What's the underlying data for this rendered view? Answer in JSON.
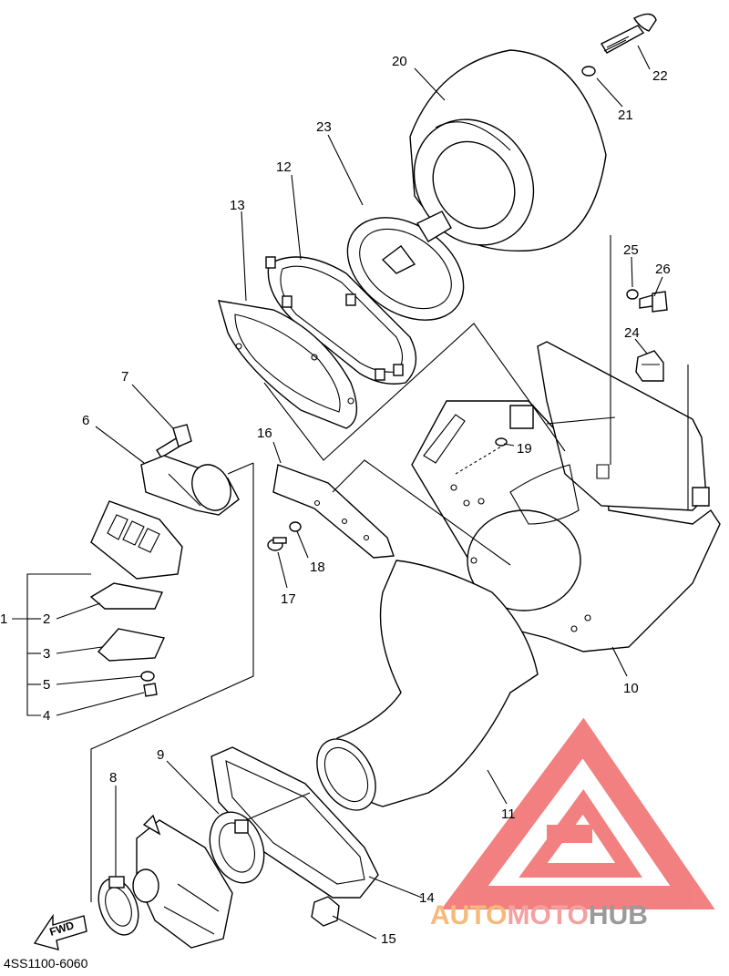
{
  "diagram": {
    "code": "4SS1100-6060",
    "fwd_label": "FWD",
    "callouts": [
      "1",
      "2",
      "3",
      "4",
      "5",
      "6",
      "7",
      "8",
      "9",
      "10",
      "11",
      "12",
      "13",
      "14",
      "15",
      "16",
      "17",
      "18",
      "19",
      "20",
      "21",
      "22",
      "23",
      "24",
      "25",
      "26"
    ]
  },
  "watermark": {
    "parts": [
      "AUTO",
      "MOTO",
      "HUB"
    ],
    "colors": {
      "accent": "#f4a0a0",
      "logo": "#f26b6b",
      "dark": "#9a9a9a",
      "orange": "#f5b97a"
    }
  }
}
